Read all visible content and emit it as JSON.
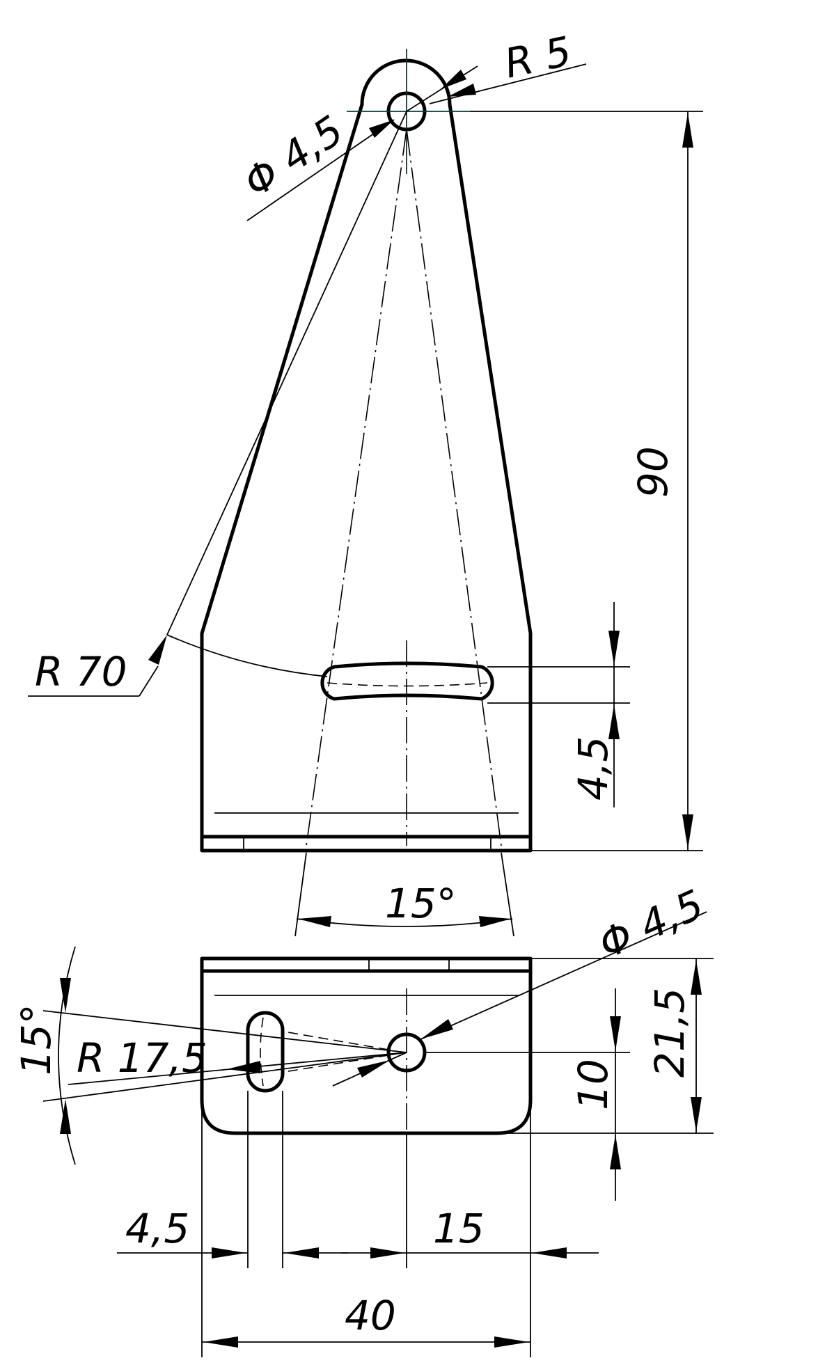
{
  "drawing": {
    "top_view": {
      "hole_diameter": "Φ 4,5",
      "eye_radius": "R 5",
      "height": "90",
      "slot_arc_radius": "R 70",
      "slot_width": "4,5"
    },
    "spread_angle": "15°",
    "bottom_view": {
      "hole_diameter": "Φ 4,5",
      "height": "21,5",
      "hole_offset": "10",
      "slot_angle": "15°",
      "slot_radius": "R 17,5",
      "slot_width": "4,5",
      "hole_to_edge": "15",
      "width": "40"
    }
  }
}
